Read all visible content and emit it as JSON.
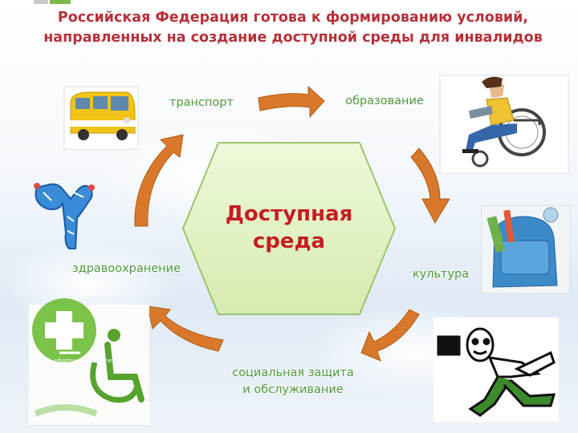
{
  "title": "Российская Федерация готова к формированию условий, направленных на создание доступной среды для инвалидов",
  "center": {
    "line1": "Доступная",
    "line2": "среда"
  },
  "labels": {
    "transport": "транспорт",
    "education": "образование",
    "culture": "культура",
    "social_line1": "социальная защита",
    "social_line2": "и обслуживание",
    "health": "здравоохранение"
  },
  "image_caption": "pharmacy, medicine",
  "colors": {
    "title": "#b5323a",
    "label": "#4e9a3a",
    "arrow": "#d9782a",
    "hexagon_fill": "#e4f2c7",
    "hexagon_stroke": "#9cc56e",
    "center_text": "#c41e24"
  },
  "icons": [
    "bus-icon",
    "wheelchair-reader-icon",
    "backpack-icon",
    "running-person-icon",
    "medical-cross-wheelchair-icon",
    "olympic-mascot-icon"
  ]
}
